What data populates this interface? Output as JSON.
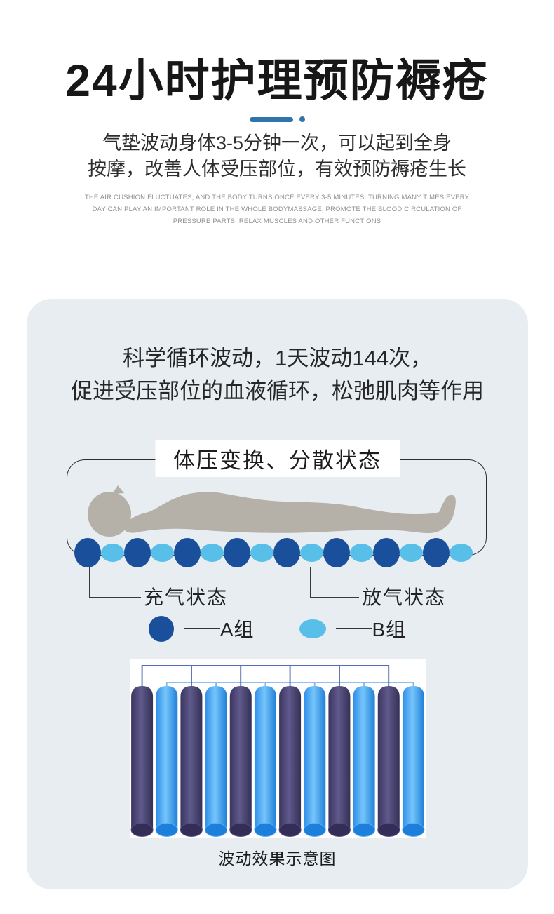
{
  "header": {
    "title": "24小时护理预防褥疮",
    "divider_color": "#2e74ad",
    "subtitle_lines": [
      "气垫波动身体3-5分钟一次，可以起到全身",
      "按摩，改善人体受压部位，有效预防褥疮生长"
    ],
    "english_lines": [
      "THE AIR CUSHION FLUCTUATES, AND THE BODY TURNS ONCE EVERY 3-5 MINUTES. TURNING MANY TIMES EVERY",
      "DAY CAN PLAY AN IMPORTANT ROLE IN THE WHOLE BODYMASSAGE, PROMOTE THE BLOOD CIRCULATION OF",
      "PRESSURE PARTS, RELAX MUSCLES AND OTHER FUNCTIONS"
    ]
  },
  "card": {
    "background": "#e7edf0",
    "intro_lines": [
      "科学循环波动，1天波动144次，",
      "促进受压部位的血液循环，松弛肌肉等作用"
    ]
  },
  "pressure_diagram": {
    "title": "体压变换、分散状态",
    "inflated_label": "充气状态",
    "deflated_label": "放气状态",
    "cell_count": 16,
    "pattern": "alternating A B, starting with A",
    "cell_a_color": "#1a4f9c",
    "cell_b_color": "#58bfe9",
    "body_color": "#b5b0a8",
    "legend": [
      {
        "label": "A组",
        "color": "#1a4f9c"
      },
      {
        "label": "B组",
        "color": "#58bfe9"
      }
    ]
  },
  "tube_figure": {
    "caption": "波动效果示意图",
    "tube_count": 12,
    "dark_tube_gradient": [
      "#3b355f",
      "#5f5a8c",
      "#343054"
    ],
    "light_tube_gradient": [
      "#2f8de8",
      "#76c6fb",
      "#1f7fd8"
    ],
    "dark_ellipse_color": "#332d58",
    "light_ellipse_color": "#1b7fdb",
    "dark_manifold_color": "#3c58aa",
    "light_manifold_color": "#85b4ea"
  }
}
